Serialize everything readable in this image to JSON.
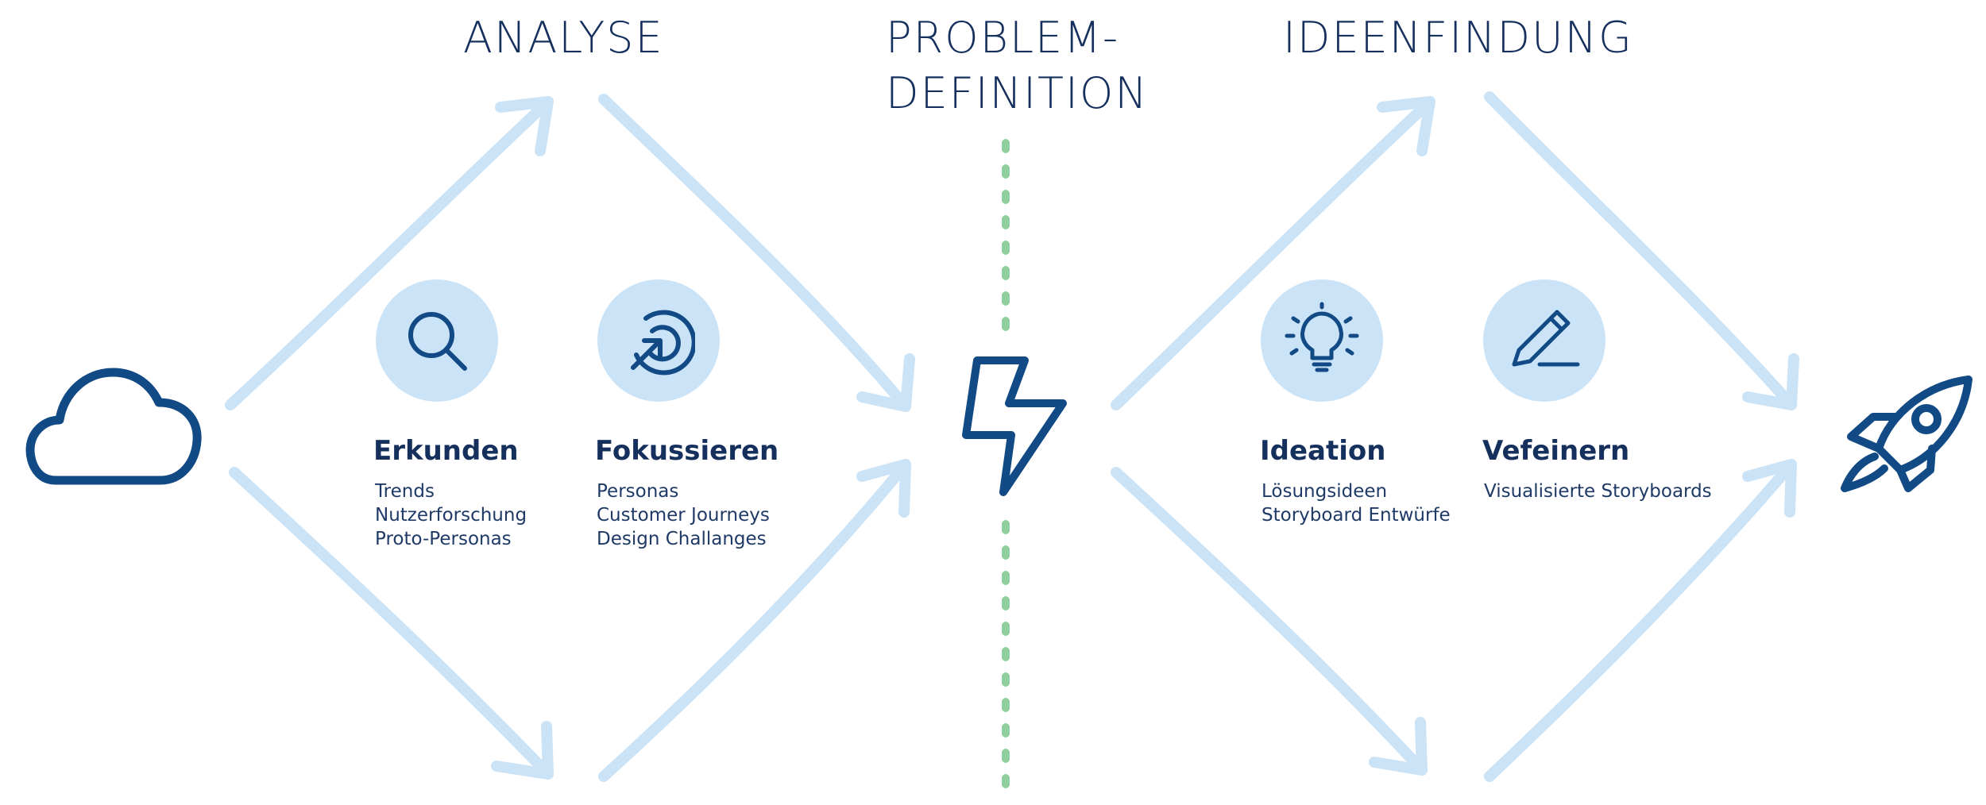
{
  "phases": {
    "analyse": "ANALYSE",
    "problem_line1": "PROBLEM-",
    "problem_line2": "DEFINITION",
    "ideation": "IDEENFINDUNG"
  },
  "steps": [
    {
      "title": "Erkunden",
      "items": [
        "Trends",
        "Nutzerforschung",
        "Proto-Personas"
      ],
      "icon": "magnifier-icon"
    },
    {
      "title": "Fokussieren",
      "items": [
        "Personas",
        "Customer Journeys",
        "Design Challanges"
      ],
      "icon": "target-cursor-icon"
    },
    {
      "title": "Ideation",
      "items": [
        "Lösungsideen",
        "Storyboard Entwürfe"
      ],
      "icon": "lightbulb-icon"
    },
    {
      "title": "Vefeinern",
      "items": [
        "Visualisierte Storyboards"
      ],
      "icon": "pencil-icon"
    }
  ],
  "icons": {
    "start": "cloud-icon",
    "center": "lightning-icon",
    "end": "rocket-icon"
  },
  "colors": {
    "navy": "#16305e",
    "icon_blue": "#124a86",
    "arrow_light": "#cbe3f7",
    "divider_green": "#8fcf9e"
  }
}
